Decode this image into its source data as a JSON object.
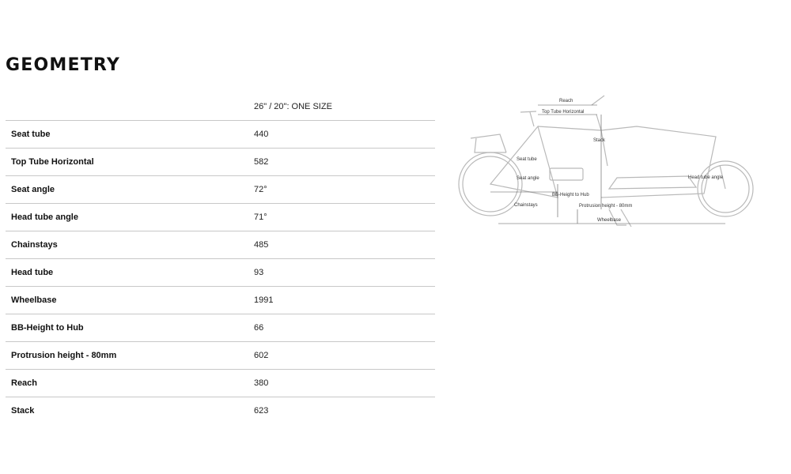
{
  "page": {
    "title": "GEOMETRY"
  },
  "table": {
    "size_header": "26\" / 20\": ONE SIZE",
    "rows": [
      {
        "label": "Seat tube",
        "value": "440"
      },
      {
        "label": "Top Tube Horizontal",
        "value": "582"
      },
      {
        "label": "Seat angle",
        "value": "72°"
      },
      {
        "label": "Head tube angle",
        "value": "71°"
      },
      {
        "label": "Chainstays",
        "value": "485"
      },
      {
        "label": "Head tube",
        "value": "93"
      },
      {
        "label": "Wheelbase",
        "value": "1991"
      },
      {
        "label": "BB-Height to Hub",
        "value": "66"
      },
      {
        "label": "Protrusion height - 80mm",
        "value": "602"
      },
      {
        "label": "Reach",
        "value": "380"
      },
      {
        "label": "Stack",
        "value": "623"
      }
    ]
  },
  "diagram": {
    "labels": {
      "reach": "Reach",
      "top_tube": "Top Tube Horizontal",
      "stack": "Stack",
      "seat_tube": "Seat tube",
      "seat_angle": "Seat angle",
      "head_tube_angle": "Head tube angle",
      "bb_height": "BB-Height to Hub",
      "chainstays": "Chainstays",
      "protrusion": "Protrusion height - 80mm",
      "wheelbase": "Wheelbase"
    },
    "colors": {
      "line": "#b9b9b9",
      "dim": "#555555"
    }
  }
}
